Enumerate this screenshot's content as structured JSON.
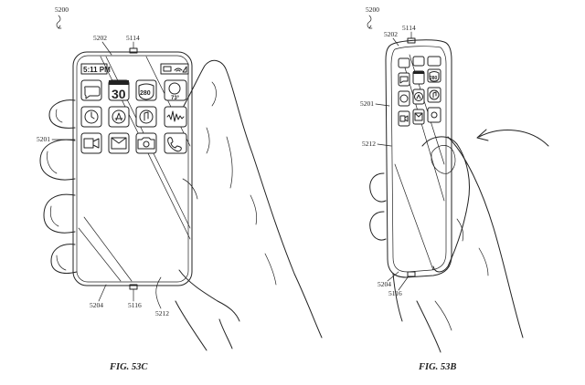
{
  "figures": {
    "left": {
      "caption": "FIG. 53C",
      "refs": {
        "device": "5200",
        "edge_top": "5202",
        "sensor_top": "5114",
        "side": "5201",
        "edge_bottom": "5204",
        "sensor_bottom": "5116",
        "surface": "5212"
      },
      "status_time": "5:11 PM",
      "calendar_day": "30",
      "sign_number": "280",
      "weather_temp": "73°"
    },
    "right": {
      "caption": "FIG. 53B",
      "refs": {
        "device": "5200",
        "edge_top": "5202",
        "sensor_top": "5114",
        "side": "5201",
        "surface": "5212",
        "edge_bottom": "5204",
        "sensor_bottom": "5116"
      },
      "sign_number": "280"
    }
  },
  "icons": [
    "chat-bubble-icon",
    "calendar-icon",
    "highway-sign-icon",
    "weather-icon",
    "clock-icon",
    "app-store-icon",
    "music-icon",
    "voice-memo-icon",
    "video-camera-icon",
    "mail-icon",
    "camera-icon",
    "phone-icon"
  ]
}
